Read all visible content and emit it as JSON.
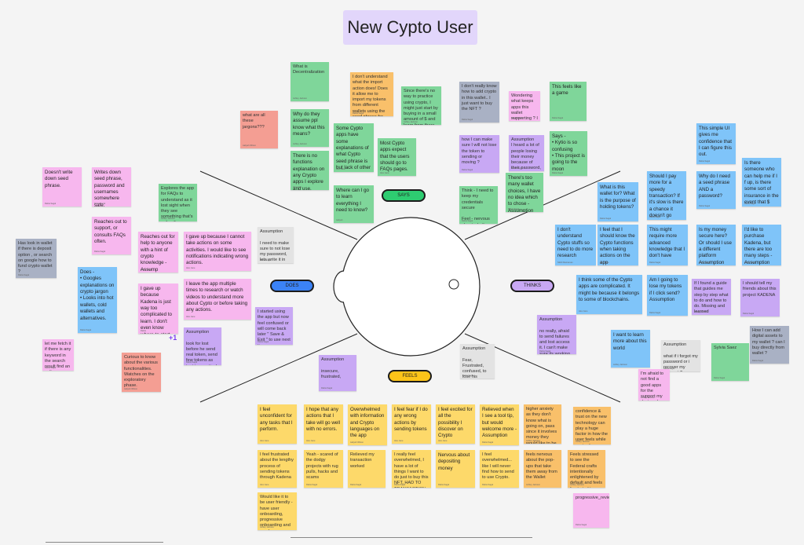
{
  "title": "New Cypto User",
  "quadrants": {
    "says": "SAYS",
    "thinks": "THINKS",
    "does": "DOES",
    "feels": "FEELS"
  },
  "colors": {
    "yellow": "#fdd96a",
    "pink": "#f7b7ee",
    "blue": "#7fc4f9",
    "green": "#7fd69a",
    "violet": "#c8a8f4",
    "red": "#f49e93",
    "orange": "#f9c06a",
    "slate": "#a9b1c4",
    "grey": "#e3e3e3",
    "says_tag": "#2ecc71",
    "thinks_tag": "#c8a8f4",
    "does_tag": "#3b82f6",
    "feels_tag": "#fcc419",
    "title_bg": "#e2d6fb"
  },
  "notes": {
    "s1": {
      "text": "What is Decentralization",
      "author": "Ashley Jackson"
    },
    "s2": {
      "text": "I don't understand what the import action does! Does it allow me to import my tokens from different wallets using the seed phrase for each of those wallets?",
      "author": "Rabia Sagal"
    },
    "s3": {
      "text": "Since there's no way to practice using crypto, I might just start by buying in a small amount of $ and learn from there",
      "author": "Ashley Jackson"
    },
    "s4": {
      "text": "I don't really know how to add crypto in this wallet.. I just want to buy the NFT ?",
      "author": "Rabia Sagal"
    },
    "s5": {
      "text": "Wondering what keeps apps this wallet supporting ? I",
      "author": "Rabia Sagal"
    },
    "s6": {
      "text": "This feels like a game",
      "author": "Rabia Sagal"
    },
    "s7": {
      "text": "what are all these jargons???",
      "author": "Aaliyah Wilson"
    },
    "s8": {
      "text": "Why do they assume ppl know what this means?",
      "author": "Ashley Jackson"
    },
    "s9": {
      "text": "Some Cypto apps have some explanations of what Cypto seed phrase is but lack of other explanations.",
      "author": "Alex Jane"
    },
    "s10": {
      "text": "Most Cypto apps expect that the users should go to FAQs pages.",
      "author": "Alex Jane"
    },
    "s11": {
      "text": "There is no functions explanation on any Crypto apps I explore and use.",
      "author": "Alex Jane"
    },
    "s12": {
      "text": "how I can make sure I will not lose the token to sending or moving ?",
      "author": "Rabia Sagal"
    },
    "s13": {
      "text": "Assumption\nI heard a lot of people losing their money because of their password, is it same with this wallet ?",
      "author": "Rabia Sagal"
    },
    "s14": {
      "text": "Says -\n• Kytio is so confusing\n• This project is going to the moon",
      "author": "Rabia Sagal"
    },
    "s15": {
      "text": "There's too many wallet choices, I have no idea which to chose - Assumption",
      "author": "Rabia Sagal"
    },
    "s16": {
      "text": "Think - I need to keep my credentials secure\n\nFeel - nervous about whether the import will work",
      "author": "Rabia Sagal"
    },
    "s17": {
      "text": "Where can I go to learn everything I need to know?",
      "author": "Aaliyah"
    },
    "t1": {
      "text": "This simple UI gives me confidence that I can figure this out.",
      "author": "Rabia Sagal"
    },
    "t2": {
      "text": "Should I pay more for a speedy transaction? If it's slow is there a chance it doesn't go through?",
      "author": "Rabia Sagal"
    },
    "t3": {
      "text": "Why do I need a seed phrase AND a password?",
      "author": "Rabia Sagal"
    },
    "t4": {
      "text": "Is there someone who can help me if I f up, is there some sort of insurance in the event that $ goes missing?",
      "author": "Rabia Sagal"
    },
    "t5": {
      "text": "What is this wallet for? What is the purpose of holding tokens?",
      "author": "Rabia Sagal"
    },
    "t6": {
      "text": "I don't understand Cypto stuffs so need to do more research",
      "author": "Nikhil Raviraman"
    },
    "t7": {
      "text": "I feel that I should know the Cypto functions when taking actions on the app",
      "author": "Alex Jane"
    },
    "t8": {
      "text": "This might require more advanced knowledge that I don't have",
      "author": "Rabia Sagal"
    },
    "t9": {
      "text": "Is my money secure here? Or should I use a different platform Assumption",
      "author": "Rabia Sagal"
    },
    "t10": {
      "text": "I'd like to purchase Kadena, but there are too many steps - Assumption",
      "author": "Rabia Sagal"
    },
    "t11": {
      "text": "I think some of the Cypto apps are complicated. It might be because it belongs to some of blockchains.",
      "author": "Alex Jane"
    },
    "t12": {
      "text": "Am I going to lose my tokens if I click send? Assumption",
      "author": "Rabia Sagal"
    },
    "t13": {
      "text": "If I found a guide that guides me step by step what to do and how to do. Missing and learned approaches. I am excited with crypto but I need FAQ page.",
      "author": "Ashley Jackson"
    },
    "t14": {
      "text": "I should tell my friends about this project KADENA",
      "author": "Rabia Sagal"
    },
    "t15": {
      "text": "Assumption\n\nno really, afraid to send failures and lost access it. I can't make sure its working before execute this ?",
      "author": "Rabia Sagal"
    },
    "t16": {
      "text": "I want to learn more about this world",
      "author": "Ashley Jackson"
    },
    "t17": {
      "text": "Assumption\n\nwhat if i forgot my password or i recover my account ?",
      "author": "Rabia Sagal"
    },
    "t18": {
      "text": "I'm afraid to not find a good apps for the support my designs I need to look for simple and easy of the the network information form",
      "author": "Ashley Jackson"
    },
    "t19": {
      "text": "How I can add digital assets to my wallet ? can I buy directly from wallet ?",
      "author": "Rabia Sagal"
    },
    "t20": {
      "text": "Sylvia Saez",
      "author": "Rabia Sagal"
    },
    "d1": {
      "text": "Doesn't write down seed phrase.",
      "author": "Rabia Sagal"
    },
    "d2": {
      "text": "Writes down seed phrase, password and usernames somewhere safe.",
      "author": "Rabia Sagal"
    },
    "d3": {
      "text": "Explores the app for FAQs to understand as it lost sight when they see something that's unfamiliar",
      "author": "Ashley Jackson"
    },
    "d4": {
      "text": "Reaches out to support, or consults FAQs often.",
      "author": "Rabia Sagal"
    },
    "d5": {
      "text": "Reaches out for help to anyone with a hint of crypto knowledge - Assump",
      "author": "Rabia Sagal"
    },
    "d6": {
      "text": "I gave up because I cannot take actions on some activities. I would like to see notifications indicating wrong actions.",
      "author": "Alex Jane"
    },
    "d7": {
      "text": "Assumption\n\nI need to make sure to not lose my password, lets write it in my notes so I can return to it.",
      "author": "Rabia Sagal"
    },
    "d8": {
      "text": "Has look in wallet if there is deposit option , or search on google how to fund crypto wallet ?",
      "author": "Rabia Sagal"
    },
    "d9": {
      "text": "Does -\n• Googles explanations on crypto jargon\n• Looks into hot wallets, cold wallets and alternatives.",
      "author": "Rabia Sagal"
    },
    "d10": {
      "text": "I gave up because Kadena is just way too complicated to learn. I don't even know where to start",
      "author": "Rabia"
    },
    "d11": {
      "text": "I leave the app multiple times to research or watch videos to understand more about Cypto or before taking any actions.",
      "author": "Alex Jane"
    },
    "d12": {
      "text": "I started using the app but now feel confused or will come back later \" Save & Exit \" to use next time.",
      "author": "Rabia Sagal"
    },
    "d13": {
      "text": "Assumption\n\nlook for lost before he send real token, send few tokens as test transaction!",
      "author": "Rabia Sagal"
    },
    "d14": {
      "text": "let me fetch it if there is any keyword in the search result find an online website that supports my language.",
      "author": "Rabia Sagal"
    },
    "d15": {
      "text": "Curious to know about the various functionalities. Watches on the exploratory phase.",
      "author": "Aaliyah Wilson"
    },
    "f1": {
      "text": "Assumption\n\nFear, Frustrated, confused, to lose his amount to the wallet.",
      "author": "Rabia Sagal"
    },
    "f2": {
      "text": "Assumption\n\ninsecure, frustrated,",
      "author": "Rabia Sagal"
    },
    "f3": {
      "text": "I feel unconfident for any tasks that I perform.",
      "author": "Alex Jane"
    },
    "f4": {
      "text": "I hope that any actions that I take will go well with no errors.",
      "author": "Alex Jane"
    },
    "f5": {
      "text": "Overwhelmed with information and Crypto languages on the app",
      "author": "Aaliyah Wilson"
    },
    "f6": {
      "text": "I feel fear if I do any wrong actions by sending tokens",
      "author": "Alex Jane"
    },
    "f7": {
      "text": "I feel excited for all the possibility I discover on Crypto",
      "author": "Alex Jane"
    },
    "f8": {
      "text": "Relieved when I see a tool tip, but would welcome more - Assumption",
      "author": "Rabia Sagal"
    },
    "f9": {
      "text": "higher anxiety as they don't know what is going on, pass since it involves money they would like to be extra precautious",
      "author": "Ashley Jackson"
    },
    "f10": {
      "text": "confidence & trust on the new technology can play a huge factor in how the user feels while navigating through the app",
      "author": "Ashley Jackson"
    },
    "f11": {
      "text": "I feel frustrated about the lengthy process of sending tokens through Kadena",
      "author": "Alex Jane"
    },
    "f12": {
      "text": "Yeah - scared of the dodgy projects with rug pulls, hacks and scams",
      "author": "Rabia Sagal"
    },
    "f13": {
      "text": "Relieved my transaction worked",
      "author": "Rabia Sagal"
    },
    "f14": {
      "text": "I really feel overwhelmed, I have a lot of things I want to do just to buy this NFT, HAD TO TRANSACTION, DOWNLOAD,",
      "author": "Rabia Sagal"
    },
    "f15": {
      "text": "Nervous about depositing money",
      "author": "Rabia Sagal"
    },
    "f16": {
      "text": "I feel overwhelmed... like I will never find how to send to use Crypto.",
      "author": "Rabia Sagal"
    },
    "f17": {
      "text": "feels nervous about the pop-ups that take them away from the Wallet",
      "author": "Ashley Jackson"
    },
    "f18": {
      "text": "Feels stressed to see the Federal crafts intentionally enlightened by default and feels frustrated to see no information about it.",
      "author": "Ashley Jackson"
    },
    "f19": {
      "text": "Would like it to be user friendly - have user onboarding, progressive onboarding and crash course. Also provision of detailed FAQs and lookbook can help new users",
      "author": "Ashley Jackson"
    },
    "f20": {
      "text": "progressive_reviewing",
      "author": "Rabia Sagal"
    }
  }
}
